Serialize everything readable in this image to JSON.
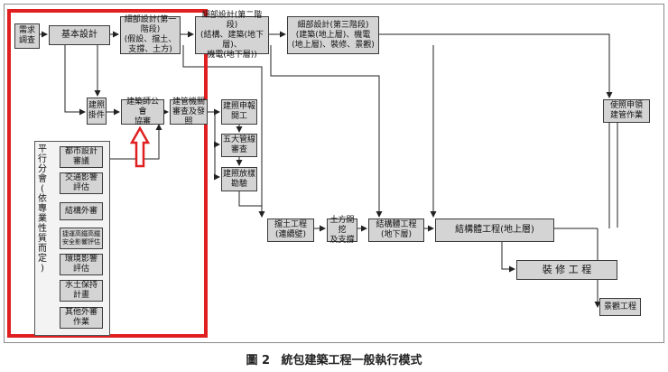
{
  "diagram": {
    "nodes": {
      "requirement_survey": "需求\n調查",
      "basic_design": "基本設計",
      "detail_design_1": "細部設計(第一階段)\n(假設、擋土、\n支撐、土方)",
      "detail_design_2": "細部設計(第二階段)\n(結構、建築(地下層)、\n機電(地下層))",
      "detail_design_3": "細部設計(第三階段)\n(建築(地上層)、機電\n(地上層)、裝修、景觀)",
      "building_permit_filing": "建照\n掛件",
      "architect_assoc_review": "建築師公會\n協審",
      "authority_review_issue": "建管機關\n審查及發照",
      "urban_design_review": "都市設計\n審議",
      "traffic_impact": "交通影響\n評估",
      "structure_external_review": "結構外審",
      "disaster_safety_review": "捷運高鐵高鐵\n安全影響評估",
      "environmental_impact": "環境影響\n評估",
      "soil_water_plan": "水土保持\n計畫",
      "other_external_review": "其他外審\n作業",
      "construction_report": "建照申報\n開工",
      "five_pipelines_review": "五大管線\n審查",
      "setback_survey": "建照放樣\n勘驗",
      "retaining_wall": "擋土工程\n(連續壁)",
      "excavation_support": "土方開挖\n及支撐",
      "structure_underground": "結構體工程\n(地下層)",
      "structure_aboveground": "結構體工程(地上層)",
      "finishing_works": "裝 修 工 程",
      "landscape_works": "景觀工程",
      "occupancy_permit": "使照申領\n建管作業"
    },
    "parallel_label": "平\n行\n分\n會\n(\n依\n專\n業\n性\n質\n而\n定\n)",
    "highlight_color": "#e02020",
    "box_fill": "#d4d4d4"
  },
  "caption": {
    "figure_no": "圖 2",
    "title": "統包建築工程一般執行模式"
  }
}
